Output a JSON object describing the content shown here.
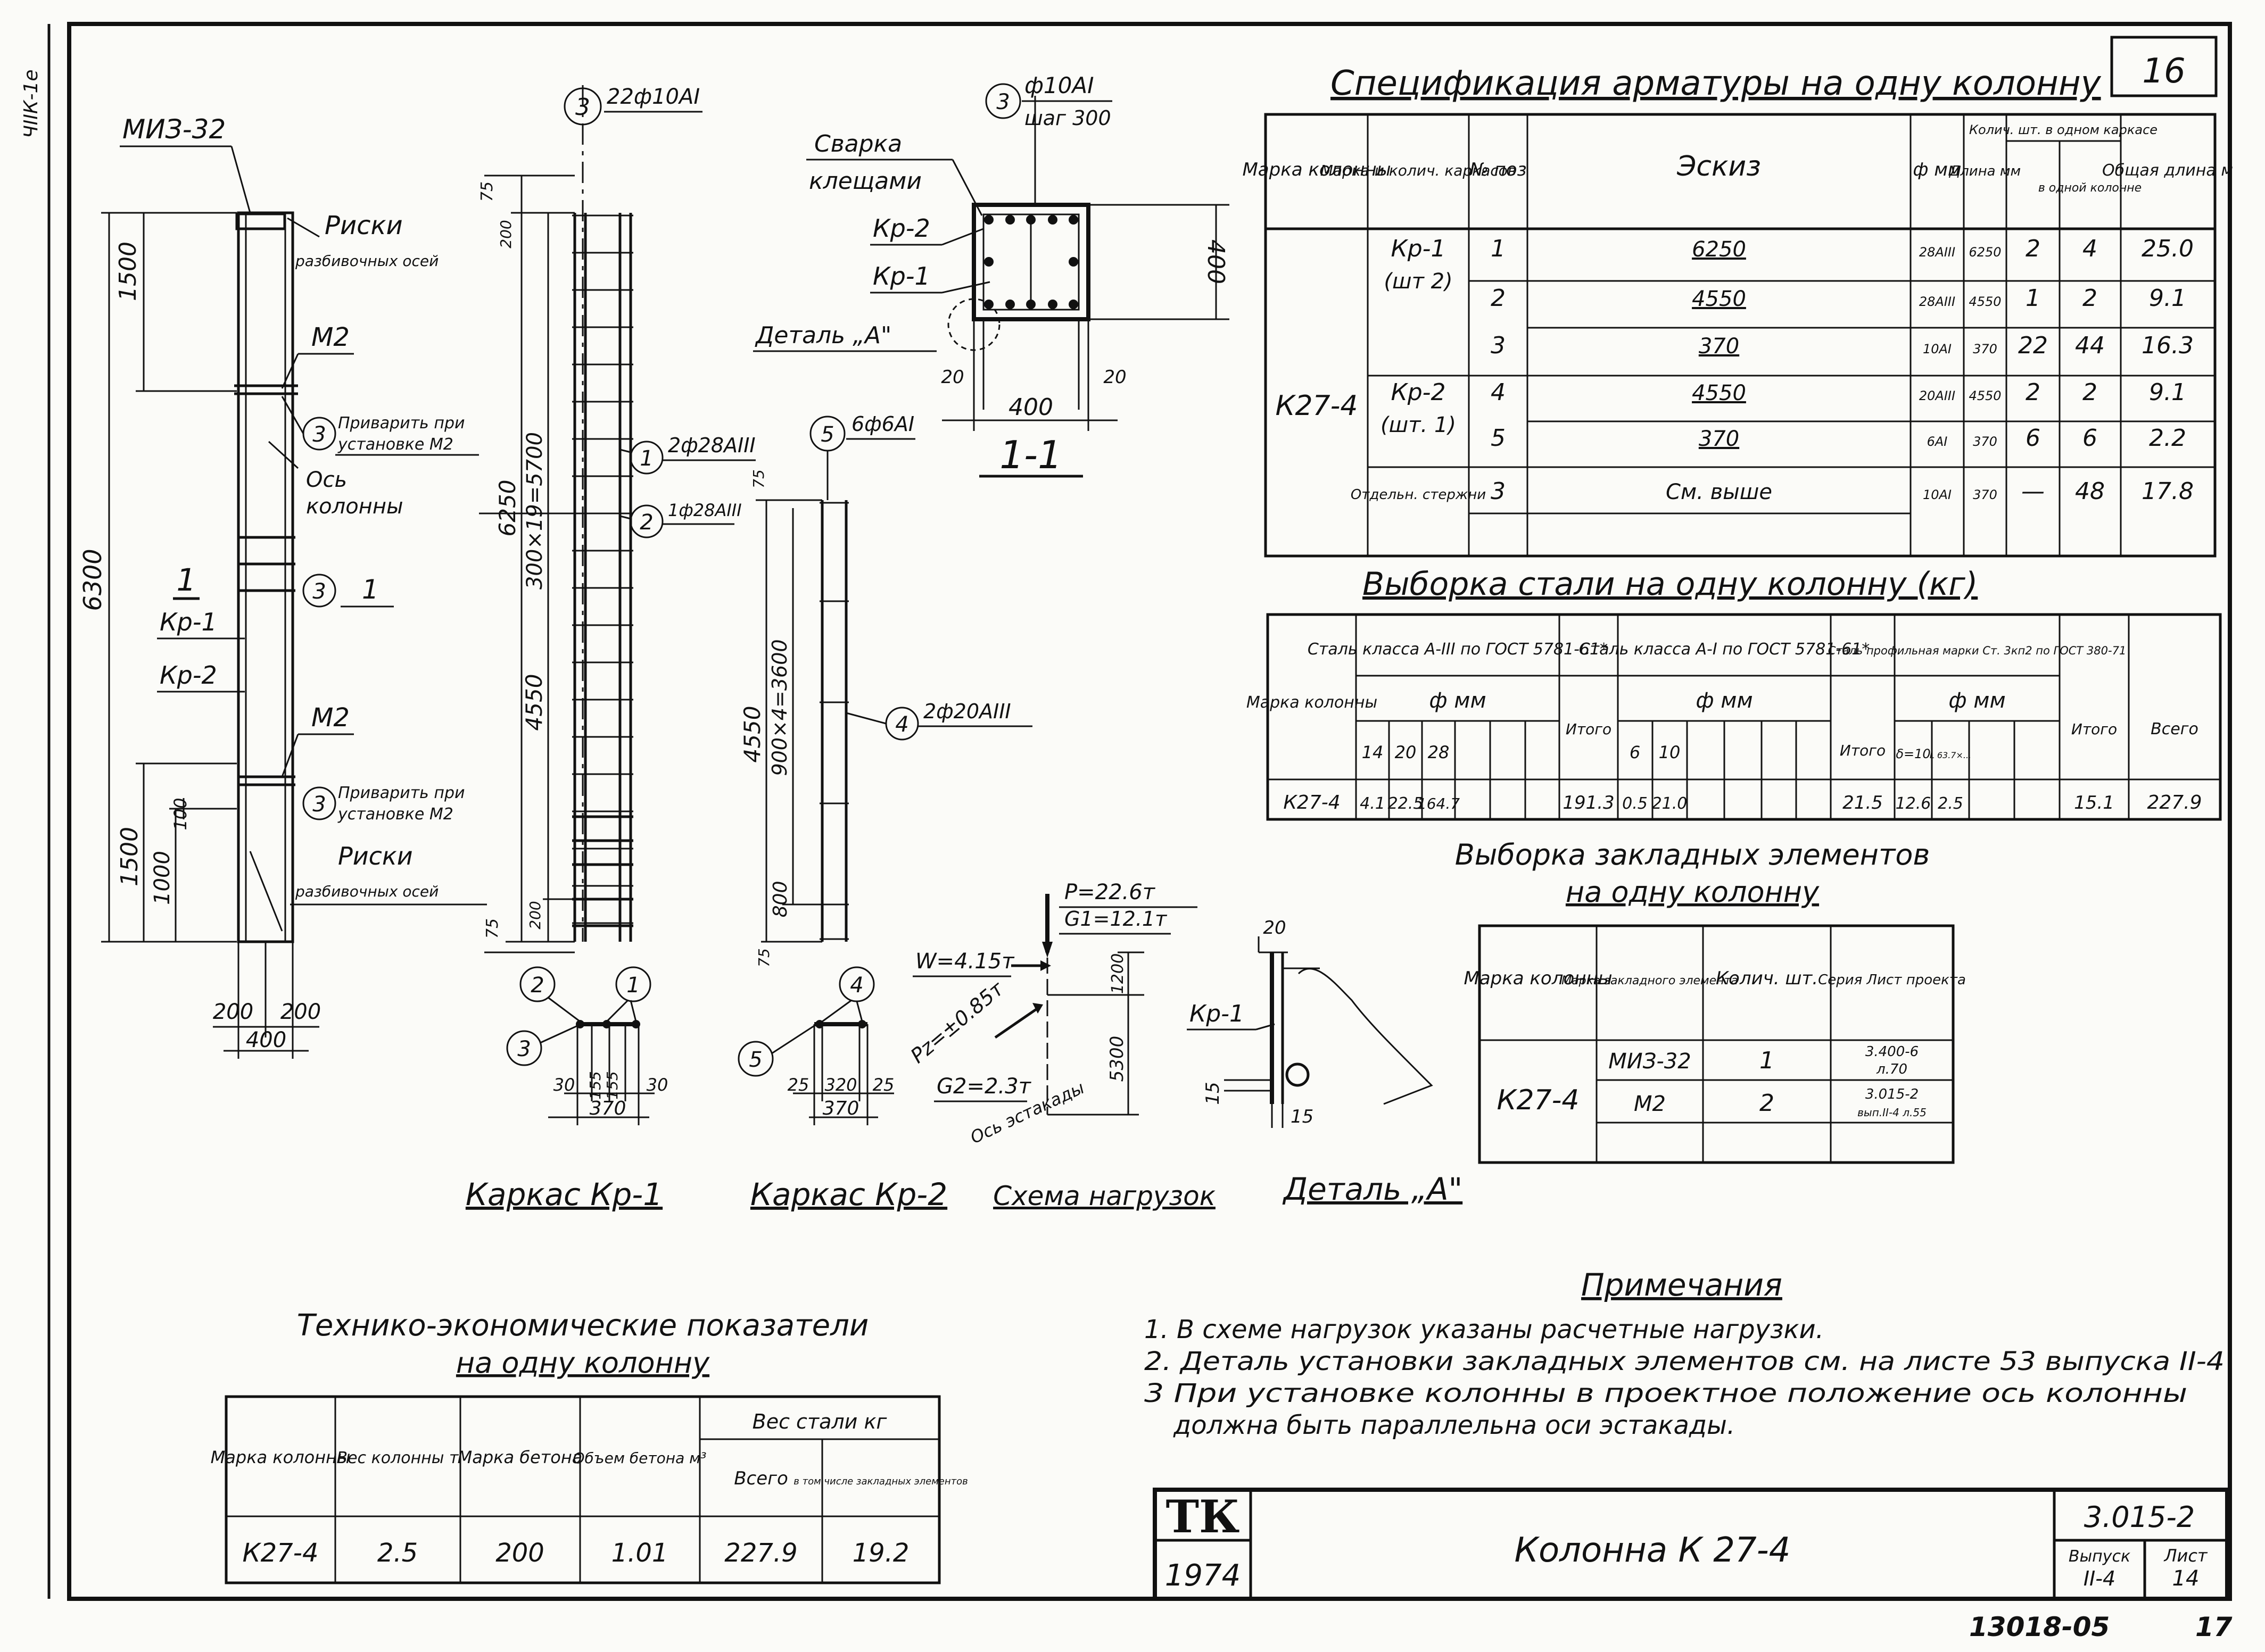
{
  "sheet": {
    "corner_number": "16",
    "margin_text_top": "ЧIIК-1е",
    "bottom_code": "13018-05",
    "bottom_page": "17"
  },
  "spec_table": {
    "title": "Спецификация арматуры на одну колонну",
    "headers": [
      "Марка колонны",
      "Марка и колич. каркасов",
      "№ поз",
      "Эскиз",
      "ф мм",
      "Длина мм",
      "Колич. шт. в одном каркасе",
      "в одной колонне",
      "Общая длина м"
    ],
    "column_mark": "К27-4",
    "rows": [
      {
        "frame": "Кр-1",
        "frame_count": "(шт 2)",
        "pos": "1",
        "sketch": "6250",
        "dia": "28АIII",
        "length": "6250",
        "per_frame": "2",
        "per_column": "4",
        "total": "25.0"
      },
      {
        "frame": "",
        "frame_count": "",
        "pos": "2",
        "sketch": "4550",
        "dia": "28АIII",
        "length": "4550",
        "per_frame": "1",
        "per_column": "2",
        "total": "9.1"
      },
      {
        "frame": "",
        "frame_count": "",
        "pos": "3",
        "sketch": "370",
        "dia": "10АI",
        "length": "370",
        "per_frame": "22",
        "per_column": "44",
        "total": "16.3"
      },
      {
        "frame": "Кр-2",
        "frame_count": "(шт. 1)",
        "pos": "4",
        "sketch": "4550",
        "dia": "20АIII",
        "length": "4550",
        "per_frame": "2",
        "per_column": "2",
        "total": "9.1"
      },
      {
        "frame": "",
        "frame_count": "",
        "pos": "5",
        "sketch": "370",
        "dia": "6АI",
        "length": "370",
        "per_frame": "6",
        "per_column": "6",
        "total": "2.2"
      },
      {
        "frame": "Отдельн. стержни",
        "frame_count": "",
        "pos": "3",
        "sketch": "См. выше",
        "dia": "10АI",
        "length": "370",
        "per_frame": "—",
        "per_column": "48",
        "total": "17.8"
      }
    ]
  },
  "steel_table": {
    "title": "Выборка стали на одну колонну (кг)",
    "col_mark": "Марка колонны",
    "group1": "Сталь класса А-III по ГОСТ 5781-61*",
    "group2": "Сталь класса А-I по ГОСТ 5781-61*",
    "group3": "Сталь профильная марки Ст. 3кп2 по ГОСТ 380-71",
    "phi_mm": "ф мм",
    "itogo": "Итого",
    "vsego": "Всего",
    "sub1": [
      "14",
      "20",
      "28"
    ],
    "sub2": [
      "6",
      "10"
    ],
    "sub3": [
      "δ=10",
      "L 63.7×..."
    ],
    "row": {
      "mark": "К27-4",
      "v14": "4.1",
      "v20": "22.5",
      "v28": "164.7",
      "itogo1": "191.3",
      "v6": "0.5",
      "v10": "21.0",
      "itogo2": "21.5",
      "d10": "12.6",
      "angle": "2.5",
      "itogo3": "15.1",
      "total": "227.9"
    }
  },
  "embed_table": {
    "title1": "Выборка закладных элементов",
    "title2": "на одну колонну",
    "headers": [
      "Марка колонны",
      "Марка закладного элемента",
      "Колич. шт.",
      "Серия Лист проекта"
    ],
    "mark": "К27-4",
    "rows": [
      {
        "element": "МИЗ-32",
        "qty": "1",
        "ref1": "3.400-6",
        "ref2": "л.70"
      },
      {
        "element": "М2",
        "qty": "2",
        "ref1": "3.015-2",
        "ref2": "вып.II-4 л.55"
      }
    ]
  },
  "tep_table": {
    "title1": "Технико-экономические показатели",
    "title2": "на одну колонну",
    "headers": [
      "Марка колонны",
      "Вес колонны т",
      "Марка бетона",
      "Объем бетона м³",
      "Вес стали кг",
      "Всего",
      "в том числе закладных элементов"
    ],
    "row": {
      "mark": "К27-4",
      "weight": "2.5",
      "concrete": "200",
      "volume": "1.01",
      "steel_total": "227.9",
      "embedded": "19.2"
    }
  },
  "notes": {
    "title": "Примечания",
    "items": [
      "1. В схеме нагрузок указаны расчетные нагрузки.",
      "2. Деталь установки закладных элементов см. на листе 53 выпуска II-4",
      "3 При установке колонны в проектное положение ось колонны",
      "должна быть параллельна оси эстакады."
    ]
  },
  "title_block": {
    "org": "ТК",
    "year": "1974",
    "title": "Колонна К 27-4",
    "series": "3.015-2",
    "issue_label": "Выпуск",
    "issue": "II-4",
    "sheet_label": "Лист",
    "sheet": "14"
  },
  "drawing": {
    "miz": "МИЗ-32",
    "riski1": "Риски",
    "riski1b": "разбивочных осей",
    "m2a": "М2",
    "weld1": "Приварить при",
    "weld1b": "установке М2",
    "axis": "Ось",
    "axis_b": "колонны",
    "sec_num": "1",
    "kp1": "Кр-1",
    "kp2": "Кр-2",
    "m2b": "М2",
    "weld2": "Приварить при",
    "weld2b": "установке М2",
    "riski2": "Риски",
    "riski2b": "разбивочных осей",
    "dim_1500": "1500",
    "dim_6300": "6300",
    "dim_1500b": "1500",
    "dim_100": "100",
    "dim_1000": "1000",
    "dim_200a": "200",
    "dim_200b": "200",
    "dim_400": "400",
    "top_bar": "22ф10АI",
    "bar1": "2ф28АIII",
    "bar2": "1ф28АIII",
    "dim_75a": "75",
    "dim_200c": "200",
    "dim_6250": "6250",
    "dim_300x19": "300×19=5700",
    "dim_4550": "4550",
    "dim_75b": "75",
    "dim_200d": "200",
    "kp2_top": "6ф6АI",
    "bar4": "2ф20АIII",
    "dim_4550b": "4550",
    "dim_900x4": "900×4=3600",
    "dim_75c": "75",
    "dim_800": "800",
    "dim_75d": "75",
    "kp1_dims": [
      "30",
      "155",
      "155",
      "30"
    ],
    "kp1_total": "370",
    "kp2_dims": [
      "25",
      "320",
      "25"
    ],
    "kp2_total": "370",
    "section_stirrup": "ф10АI",
    "section_step": "шаг 300",
    "svarka": "Сварка",
    "kleshchami": "клещами",
    "sec_kp2": "Кр-2",
    "sec_kp1": "Кр-1",
    "detal_a_ref": "Деталь „А\"",
    "sec_400h": "400",
    "sec_20a": "20",
    "sec_400w": "400",
    "sec_20b": "20",
    "sec_title": "1-1",
    "load_p": "P=22.6т",
    "load_g1": "G1=12.1т",
    "load_w": "W=4.15т",
    "load_pz": "Pz=±0.85т",
    "load_g2": "G2=2.3т",
    "load_axis": "Ось эстакады",
    "load_dim1": "1200",
    "load_dim2": "5300",
    "det_20": "20",
    "det_kp1": "Кр-1",
    "det_15a": "15",
    "det_15b": "15",
    "cap_kp1": "Каркас Кр-1",
    "cap_kp2": "Каркас Кр-2",
    "cap_load": "Схема нагрузок",
    "cap_det": "Деталь „А\""
  }
}
